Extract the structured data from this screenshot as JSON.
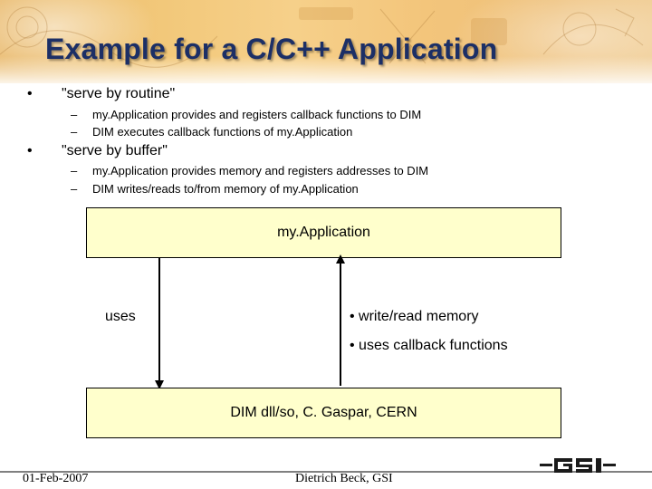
{
  "slide": {
    "title": "Example for a C/C++ Application",
    "bullets": [
      {
        "marker": "•",
        "text": "\"serve by routine\"",
        "subitems": [
          {
            "marker": "–",
            "text": "my.Application provides and registers callback functions to DIM"
          },
          {
            "marker": "–",
            "text": "DIM executes callback functions of my.Application"
          }
        ]
      },
      {
        "marker": "•",
        "text": "\"serve by buffer\"",
        "subitems": [
          {
            "marker": "–",
            "text": "my.Application provides memory and registers addresses to DIM"
          },
          {
            "marker": "–",
            "text": "DIM writes/reads to/from memory of my.Application"
          }
        ]
      }
    ]
  },
  "diagram": {
    "app_box_label": "my.Application",
    "dim_box_label": "DIM dll/so, C. Gaspar, CERN",
    "uses_label": "uses",
    "right_labels": [
      "• write/read memory",
      "• uses callback functions"
    ],
    "box_color": "#ffffcc"
  },
  "footer": {
    "date": "01-Feb-2007",
    "author": "Dietrich Beck, GSI",
    "logo_text": "GSI"
  },
  "colors": {
    "title": "#1c2f66",
    "header_gold": "#f2c87a",
    "logo": "#1a1a1a"
  }
}
